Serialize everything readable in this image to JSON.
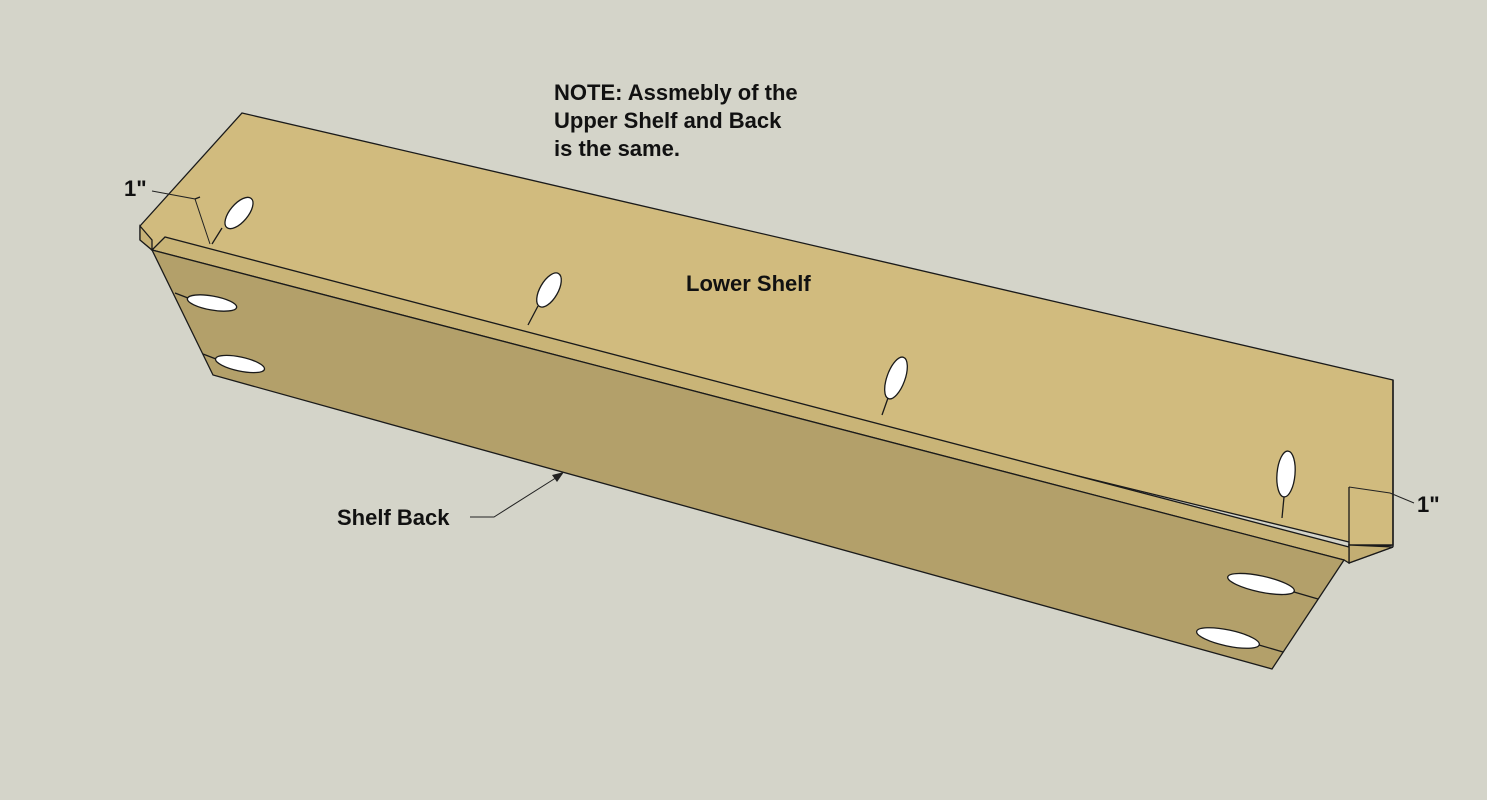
{
  "labels": {
    "note_line_1": "NOTE: Assmebly of the",
    "note_line_2": "Upper Shelf and Back",
    "note_line_3": "is the same.",
    "lower_shelf": "Lower Shelf",
    "shelf_back": "Shelf Back",
    "dimension_left": "1\"",
    "dimension_right": "1\""
  },
  "colors": {
    "background": "#d4d4c9",
    "shelf_top": "#d1bb7e",
    "shelf_edge": "#c7b277",
    "back_face": "#b3a06a",
    "back_top_edge": "#c9b477",
    "pocket_hole": "#ffffff"
  }
}
